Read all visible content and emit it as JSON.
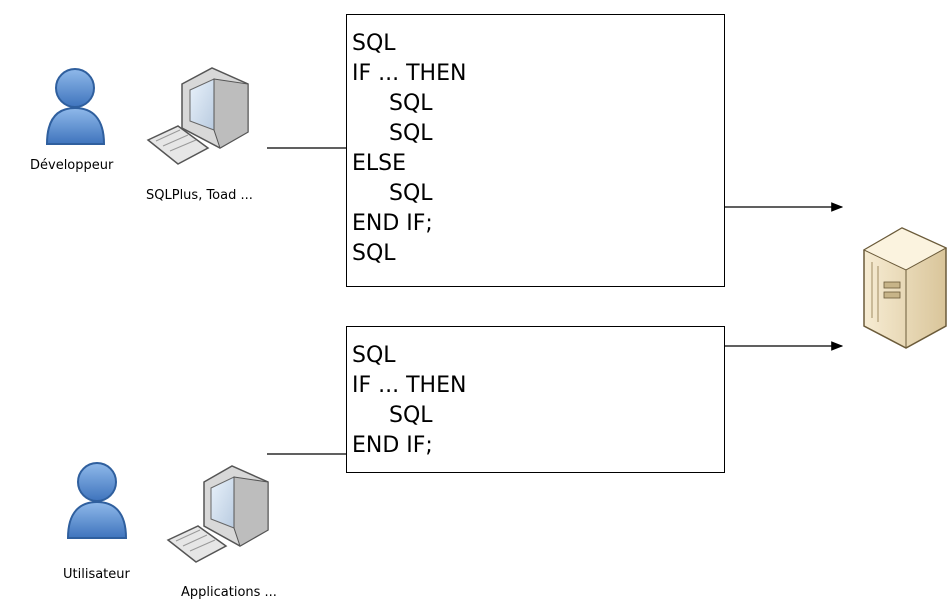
{
  "developer": {
    "label": "Développeur",
    "tools_label": "SQLPlus, Toad ..."
  },
  "user": {
    "label": "Utilisateur",
    "tools_label": "Applications ..."
  },
  "code_block_top": {
    "lines": [
      {
        "text": "SQL",
        "indent": 0
      },
      {
        "text": "IF ... THEN",
        "indent": 0
      },
      {
        "text": "SQL",
        "indent": 1
      },
      {
        "text": "SQL",
        "indent": 1
      },
      {
        "text": "ELSE",
        "indent": 0
      },
      {
        "text": "SQL",
        "indent": 1
      },
      {
        "text": "END IF;",
        "indent": 0
      },
      {
        "text": "SQL",
        "indent": 0
      }
    ]
  },
  "code_block_bottom": {
    "lines": [
      {
        "text": "SQL",
        "indent": 0
      },
      {
        "text": "IF ... THEN",
        "indent": 0
      },
      {
        "text": "SQL",
        "indent": 1
      },
      {
        "text": "END IF;",
        "indent": 0
      }
    ]
  },
  "icons": {
    "person": "user-icon",
    "computer": "computer-icon",
    "server": "server-icon"
  },
  "colors": {
    "person_fill": "#5b8fd0",
    "person_stroke": "#2f5f9e",
    "server_fill": "#efe2c2",
    "line": "#000000"
  }
}
